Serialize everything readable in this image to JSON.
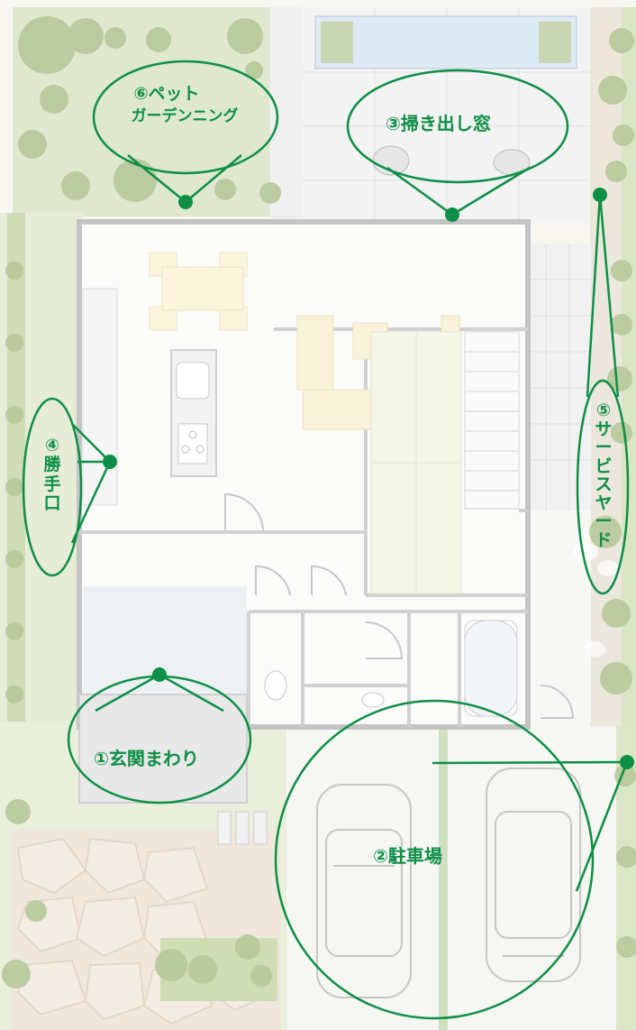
{
  "accent_color": "#0d8f45",
  "callouts": {
    "entrance": "①玄関まわり",
    "parking": "②駐車場",
    "window": "③掃き出し窓",
    "back_door": [
      "④",
      "勝",
      "手",
      "口"
    ],
    "service_yard": [
      "⑤",
      "サ",
      "ー",
      "ビ",
      "ス",
      "ヤ",
      "ー",
      "ド"
    ],
    "pet_garden": [
      "⑥ペット",
      "ガーデンニング"
    ]
  }
}
